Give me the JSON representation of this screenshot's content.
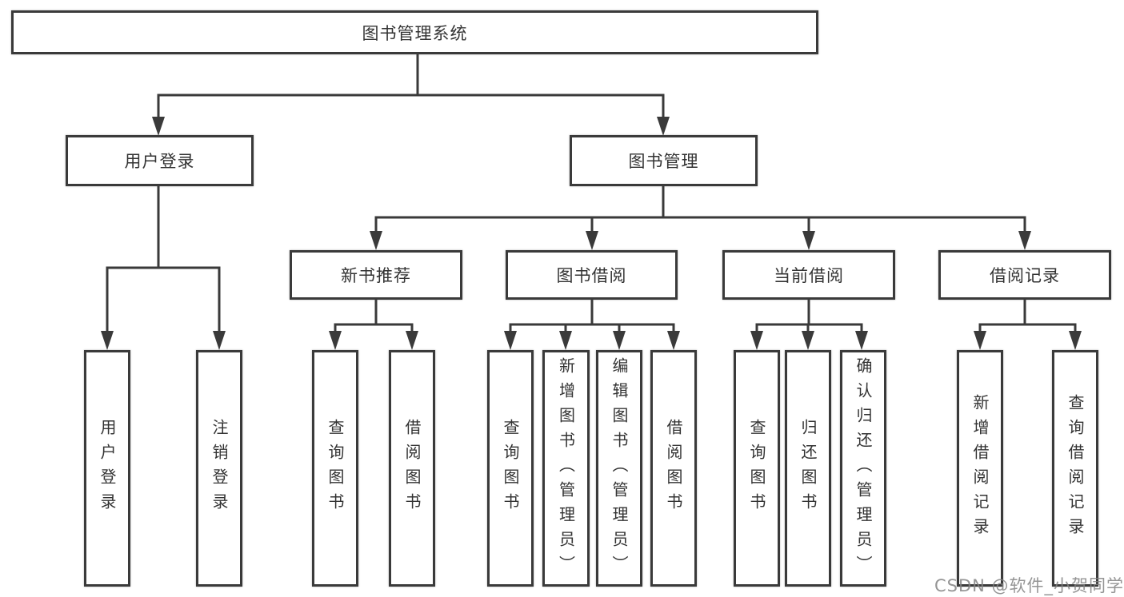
{
  "diagram": {
    "title": "图书管理系统",
    "colors": {
      "line": "#3a3a3a",
      "box_border": "#3a3a3a",
      "text": "#333333",
      "watermark": "#828282",
      "background": "#ffffff"
    },
    "nodes": {
      "root": "图书管理系统",
      "user_login": "用户登录",
      "book_management": "图书管理",
      "new_book_recommend": "新书推荐",
      "book_borrow": "图书借阅",
      "current_borrow": "当前借阅",
      "borrow_records": "借阅记录",
      "leaf_user_login": "用户登录",
      "leaf_logout": "注销登录",
      "rec_query_book": "查询图书",
      "rec_borrow_book": "借阅图书",
      "bb_query_book": "查询图书",
      "bb_add_book_admin": "新增图书（管理员）",
      "bb_edit_book_admin": "编辑图书（管理员）",
      "bb_borrow_book": "借阅图书",
      "cb_query_book": "查询图书",
      "cb_return_book": "归还图书",
      "cb_confirm_return_admin": "确认归还（管理员）",
      "br_add_record": "新增借阅记录",
      "br_query_record": "查询借阅记录"
    },
    "watermark": "CSDN @软件_小贺同学"
  }
}
